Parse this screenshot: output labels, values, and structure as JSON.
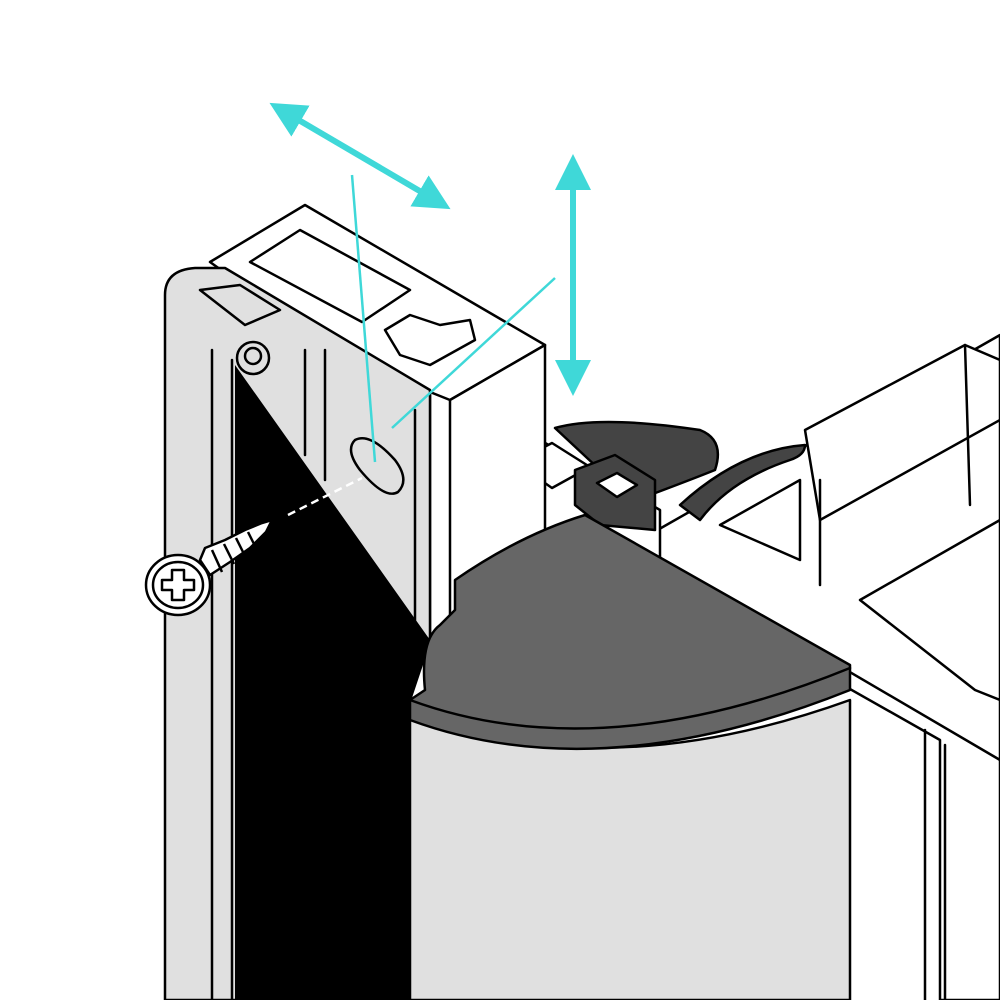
{
  "colors": {
    "background": "#ffffff",
    "outline": "#000000",
    "profile_light": "#e0e0e0",
    "profile_white": "#ffffff",
    "cap_dark": "#666666",
    "gasket": "#444444",
    "shadow": "#000000",
    "arrow_accent": "#3fd8d8"
  },
  "icons": {
    "horizontal_arrow": "double-arrow-diagonal",
    "vertical_arrow": "double-arrow-vertical",
    "screw": "phillips-screw"
  }
}
